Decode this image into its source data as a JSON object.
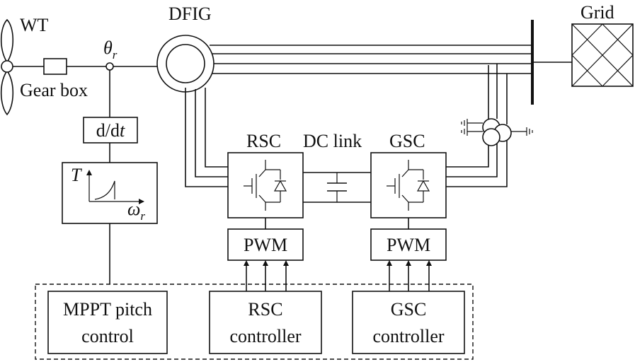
{
  "labels": {
    "wt": "WT",
    "gearbox": "Gear box",
    "theta": "θ",
    "theta_sub": "r",
    "dfig": "DFIG",
    "grid": "Grid",
    "ddt_d": "d/d",
    "ddt_t": "t",
    "torque": "T",
    "omega": "ω",
    "omega_sub": "r",
    "rsc": "RSC",
    "dclink": "DC link",
    "gsc": "GSC",
    "pwm_rsc": "PWM",
    "pwm_gsc": "PWM",
    "mppt_line1": "MPPT pitch",
    "mppt_line2": "control",
    "rscc_line1": "RSC",
    "rscc_line2": "controller",
    "gscc_line1": "GSC",
    "gscc_line2": "controller"
  },
  "colors": {
    "ink": "#111111",
    "background": "#ffffff"
  }
}
